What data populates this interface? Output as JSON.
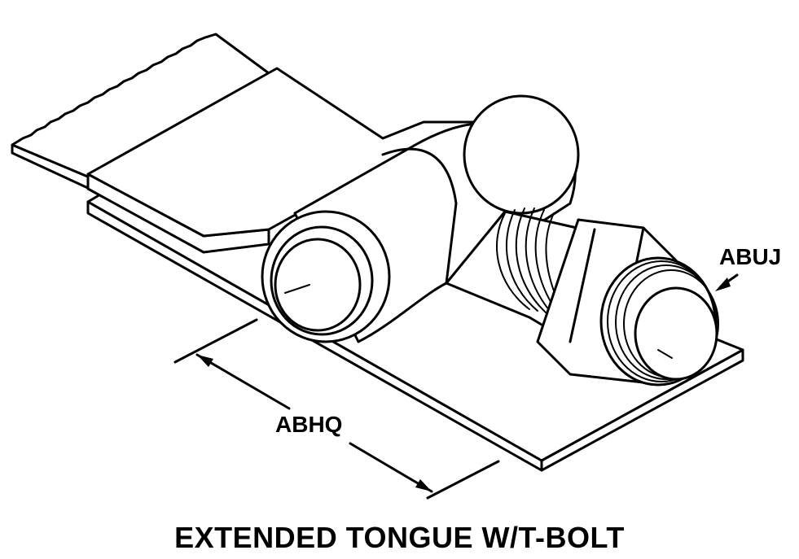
{
  "callouts": {
    "bolt_dimension": "ABUJ",
    "tongue_length_dimension": "ABHQ"
  },
  "caption": "EXTENDED TONGUE W/T-BOLT",
  "colors": {
    "line": "#000000",
    "background": "#ffffff"
  }
}
